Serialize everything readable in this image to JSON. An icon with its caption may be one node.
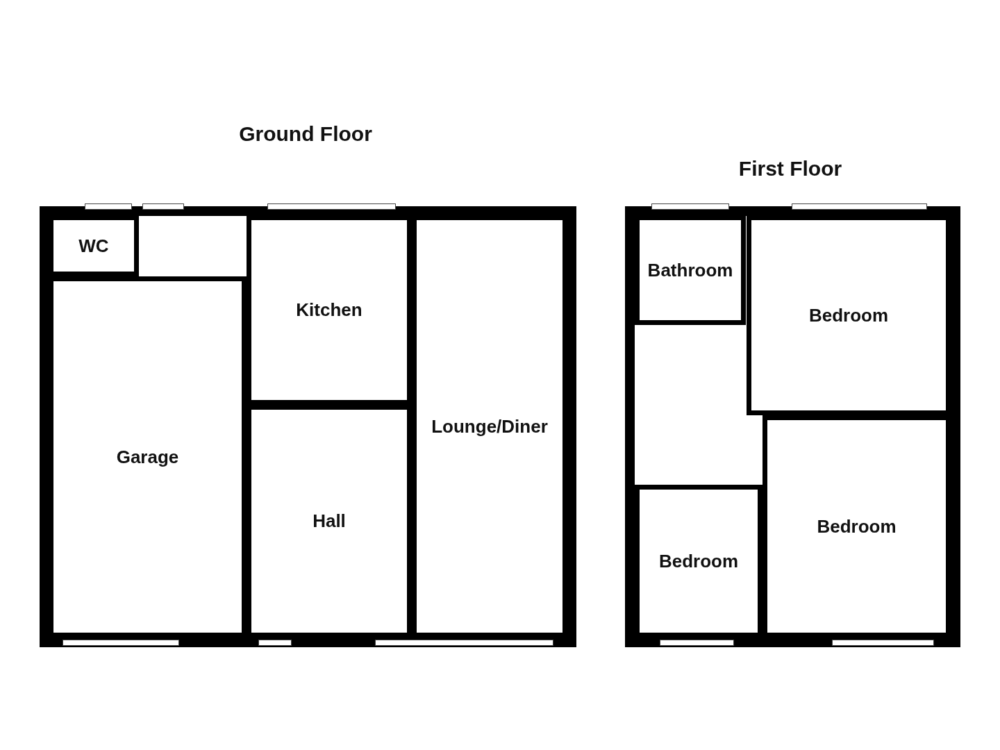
{
  "diagram": {
    "nodes": [
      {
        "text": [
          "Ground Floor"
        ]
      },
      {
        "text": [
          "WC"
        ],
        "in": 0
      },
      {
        "text": [
          "Kitchen"
        ],
        "in": 0
      },
      {
        "text": [
          "Garage"
        ],
        "in": 0
      },
      {
        "text": [
          "Lounge/Diner"
        ],
        "in": 0
      },
      {
        "text": [
          "Hall"
        ],
        "in": 0
      },
      {
        "text": [
          "First Floor"
        ]
      },
      {
        "text": [
          "Bathroom"
        ],
        "in": 6
      },
      {
        "text": [
          "Bedroom"
        ],
        "in": 6
      },
      {
        "text": [
          "Bedroom"
        ],
        "in": 6
      },
      {
        "text": [
          "Bedroom"
        ],
        "in": 6
      }
    ]
  }
}
